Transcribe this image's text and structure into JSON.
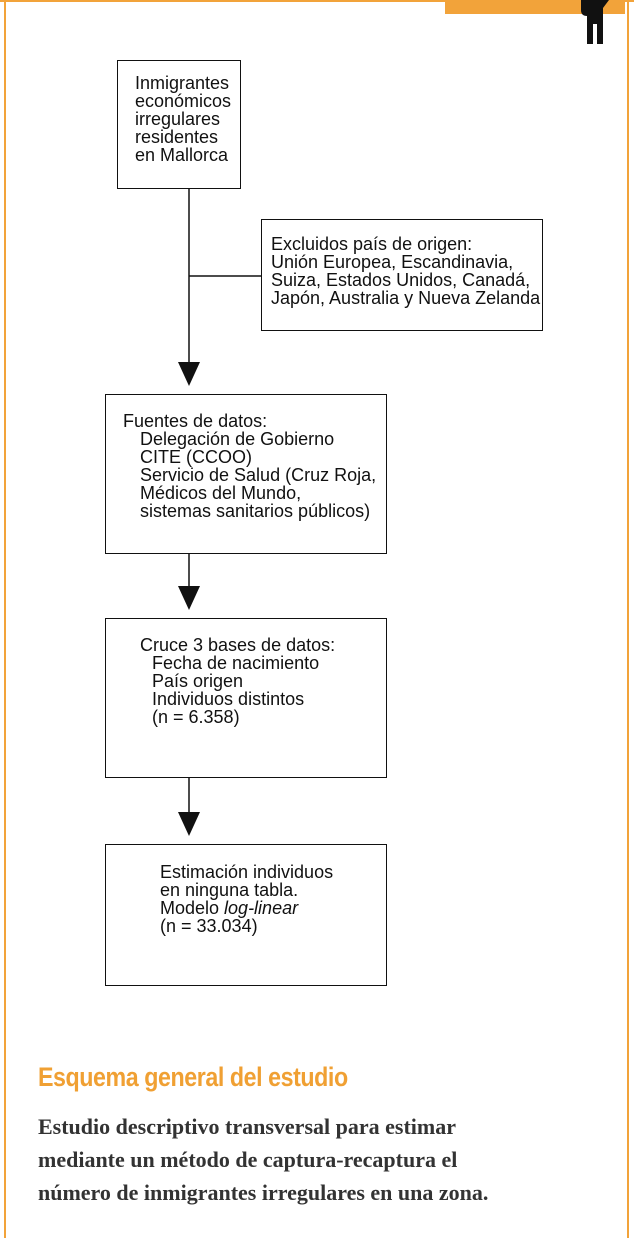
{
  "diagram": {
    "box1": {
      "lines": [
        "Inmigrantes",
        "económicos",
        "irregulares",
        "residentes",
        "en  Mallorca"
      ]
    },
    "box2": {
      "lines": [
        "Excluidos país de origen:",
        "Unión Europea, Escandinavia,",
        "Suiza, Estados Unidos, Canadá,",
        "Japón, Australia y Nueva Zelanda"
      ]
    },
    "box3": {
      "heading": "Fuentes de datos:",
      "lines": [
        "Delegación de Gobierno",
        "CITE (CCOO)",
        "Servicio de Salud (Cruz Roja,",
        "Médicos del Mundo,",
        "sistemas sanitarios públicos)"
      ]
    },
    "box4": {
      "heading": "Cruce 3 bases de datos:",
      "lines": [
        "Fecha de nacimiento",
        "País origen",
        "Individuos distintos",
        "(n = 6.358)"
      ]
    },
    "box5": {
      "line1": "Estimación individuos",
      "line2": "en ninguna tabla.",
      "line3_prefix": "Modelo ",
      "line3_italic": "log-linear",
      "line4": "(n = 33.034)"
    }
  },
  "section": {
    "title": "Esquema general del estudio",
    "description_lines": [
      "Estudio descriptivo transversal para estimar",
      "mediante un método de captura-recaptura el",
      "número de inmigrantes irregulares en una zona."
    ]
  },
  "colors": {
    "accent": "#f2a33a",
    "title": "#f0a033",
    "text": "#111111",
    "description": "#333333"
  }
}
